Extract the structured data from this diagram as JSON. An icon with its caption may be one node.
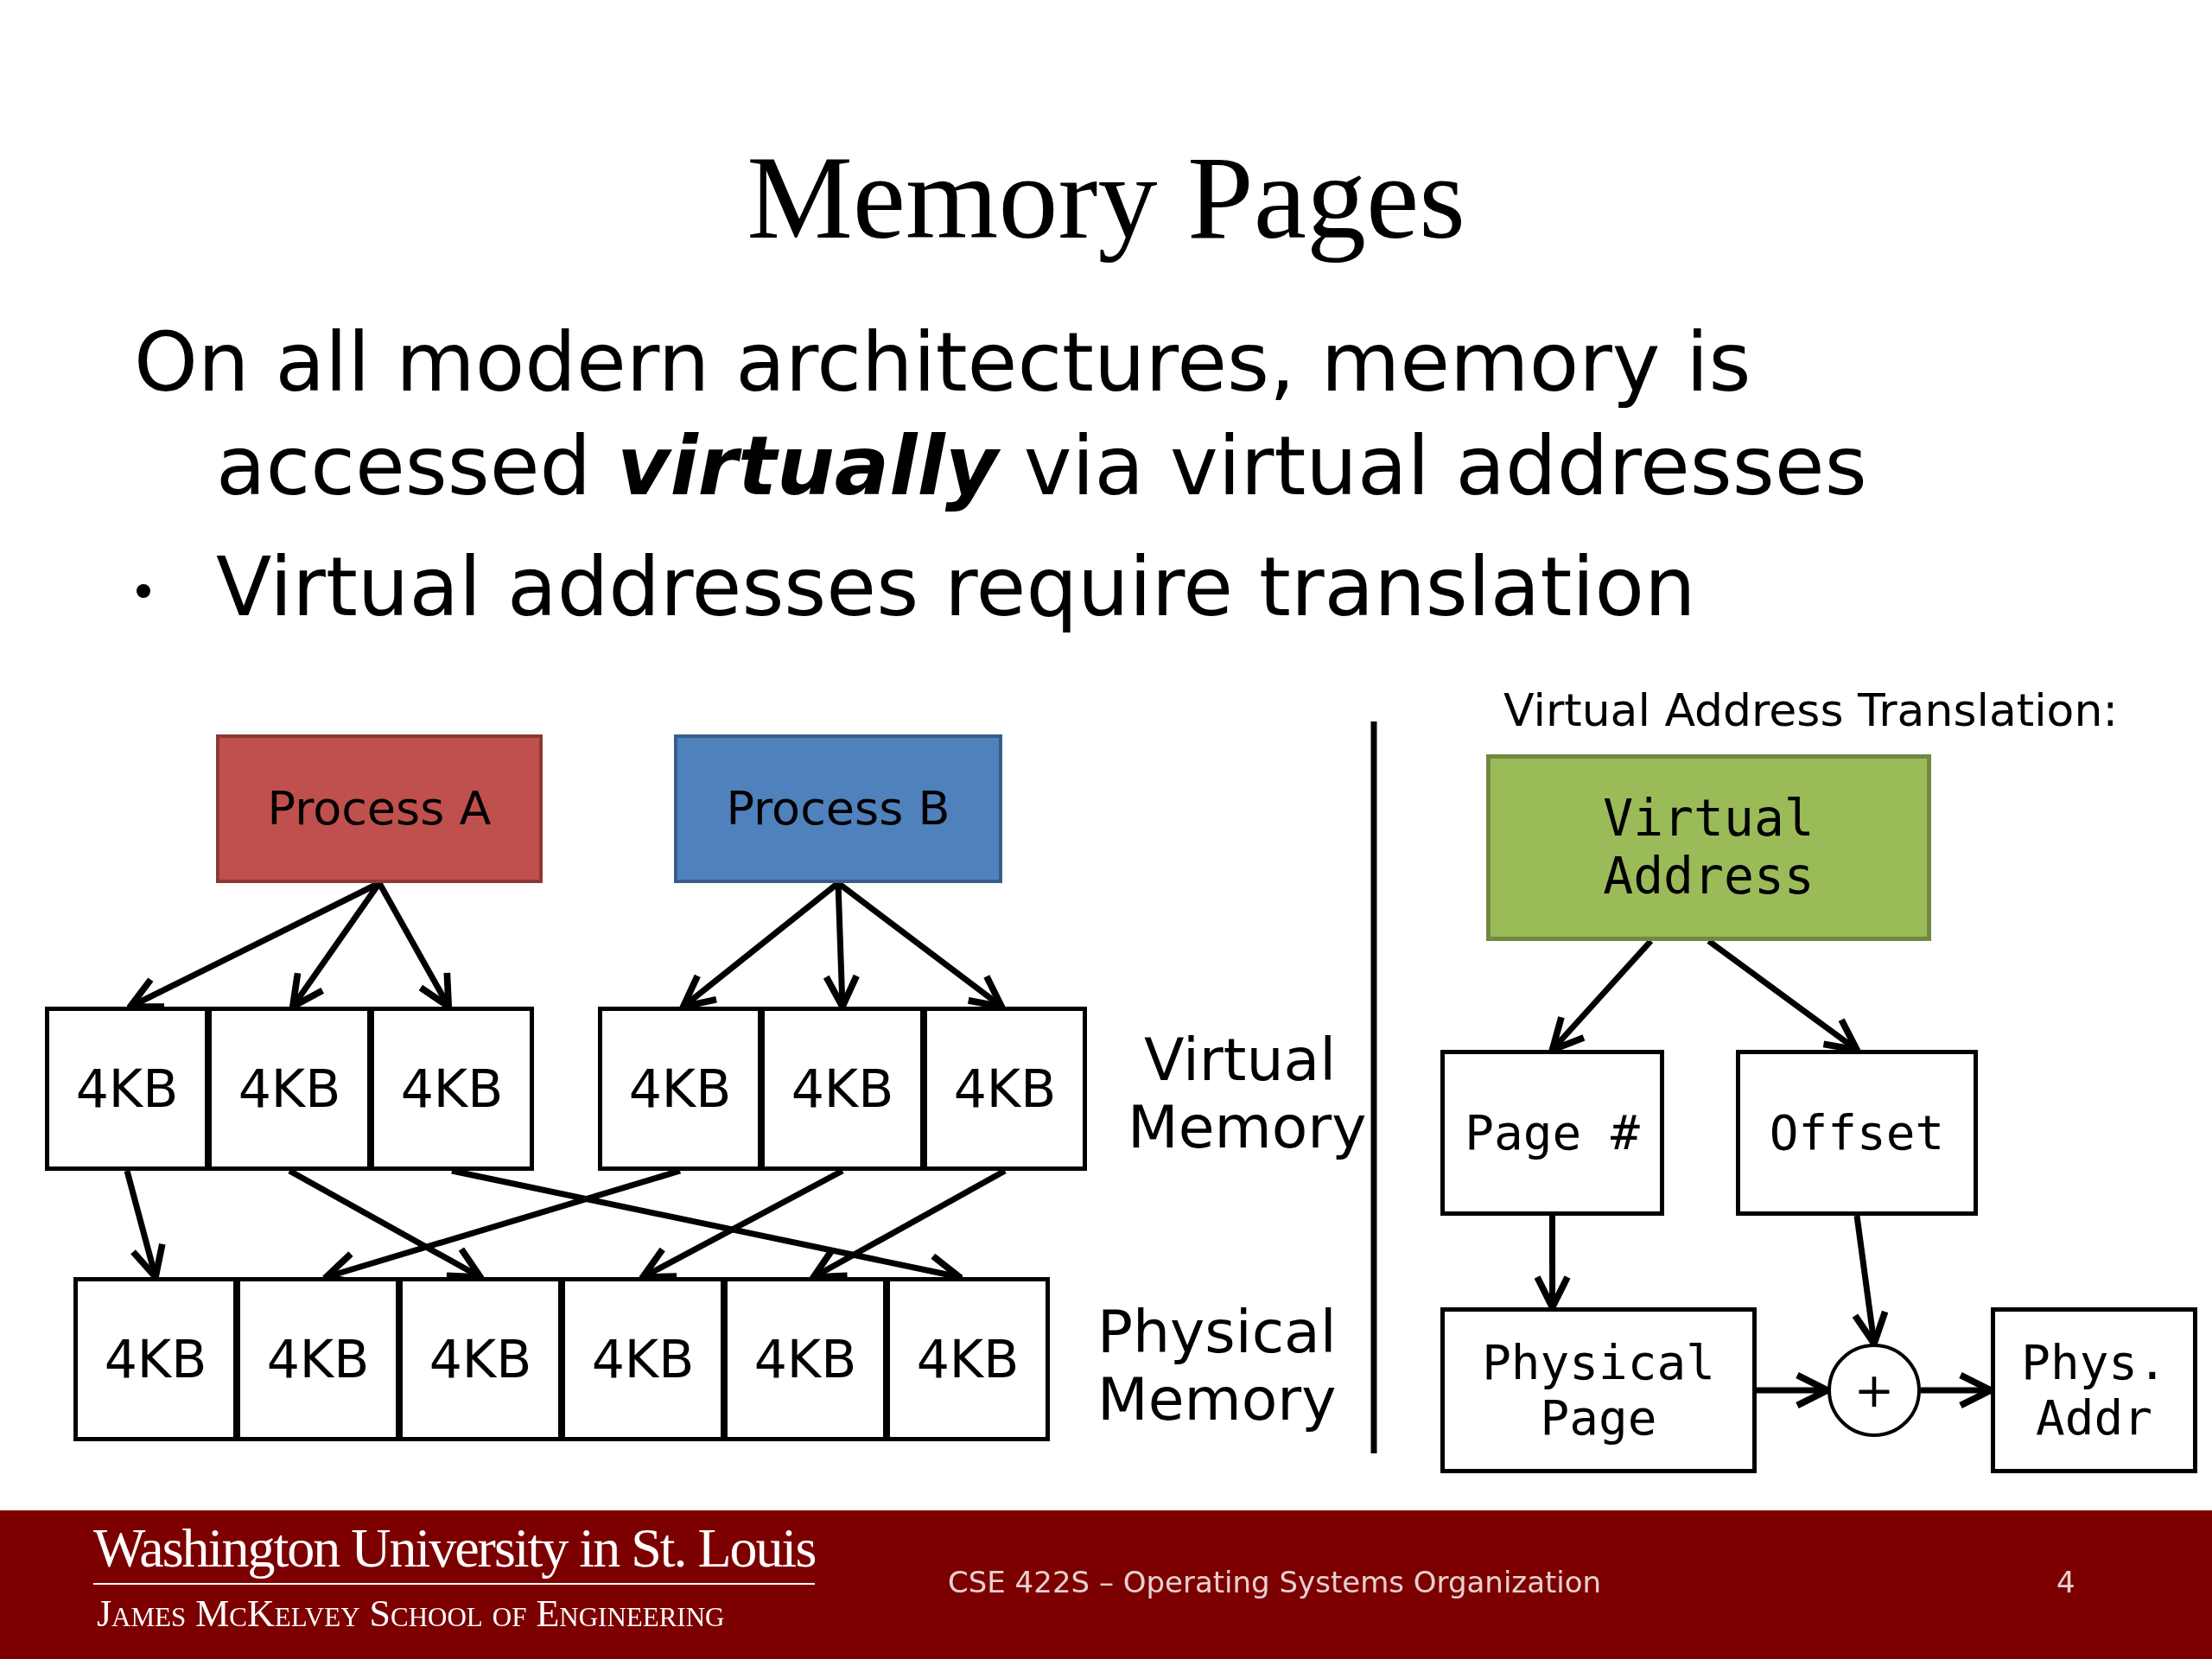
{
  "diagram": {
    "title": "Memory Pages",
    "nodes": [
      {
        "text": [
          "Process A"
        ]
      },
      {
        "text": [
          "Process B"
        ]
      },
      {
        "text": [
          "4KB"
        ]
      },
      {
        "text": [
          "4KB"
        ]
      },
      {
        "text": [
          "4KB"
        ]
      },
      {
        "text": [
          "4KB"
        ]
      },
      {
        "text": [
          "4KB"
        ]
      },
      {
        "text": [
          "4KB"
        ]
      },
      {
        "text": [
          "4KB"
        ]
      },
      {
        "text": [
          "4KB"
        ]
      },
      {
        "text": [
          "4KB"
        ]
      },
      {
        "text": [
          "4KB"
        ]
      },
      {
        "text": [
          "4KB"
        ]
      },
      {
        "text": [
          "4KB"
        ]
      },
      {
        "text": [
          "Virtual Address"
        ]
      },
      {
        "text": [
          "Page #"
        ]
      },
      {
        "text": [
          "Offset"
        ]
      },
      {
        "text": [
          "Physical Page"
        ]
      },
      {
        "text": [
          "+"
        ]
      },
      {
        "text": [
          "Phys. Addr"
        ]
      }
    ],
    "edges": [
      {
        "from": 0,
        "to": 2,
        "arrow": "to"
      },
      {
        "from": 0,
        "to": 3,
        "arrow": "to"
      },
      {
        "from": 0,
        "to": 4,
        "arrow": "to"
      },
      {
        "from": 1,
        "to": 5,
        "arrow": "to"
      },
      {
        "from": 1,
        "to": 6,
        "arrow": "to"
      },
      {
        "from": 1,
        "to": 7,
        "arrow": "to"
      },
      {
        "from": 2,
        "to": 8,
        "arrow": "to"
      },
      {
        "from": 3,
        "to": 10,
        "arrow": "to"
      },
      {
        "from": 4,
        "to": 13,
        "arrow": "to"
      },
      {
        "from": 5,
        "to": 9,
        "arrow": "to"
      },
      {
        "from": 6,
        "to": 11,
        "arrow": "to"
      },
      {
        "from": 7,
        "to": 12,
        "arrow": "to"
      },
      {
        "from": 14,
        "to": 15,
        "arrow": "to"
      },
      {
        "from": 14,
        "to": 16,
        "arrow": "to"
      },
      {
        "from": 15,
        "to": 17,
        "arrow": "to"
      },
      {
        "from": 16,
        "to": 18,
        "arrow": "to"
      },
      {
        "from": 17,
        "to": 18,
        "arrow": "to"
      },
      {
        "from": 18,
        "to": 19,
        "arrow": "to"
      }
    ],
    "labels": [
      "On all modern architectures, memory is accessed **virtually** via virtual addresses",
      "Virtual addresses require translation",
      "Virtual Memory",
      "Physical Memory",
      "Virtual Address Translation:",
      "Washington University in St. Louis",
      "James McKelvey School of Engineering",
      "CSE 422S – Operating Systems Organization",
      "4"
    ]
  }
}
